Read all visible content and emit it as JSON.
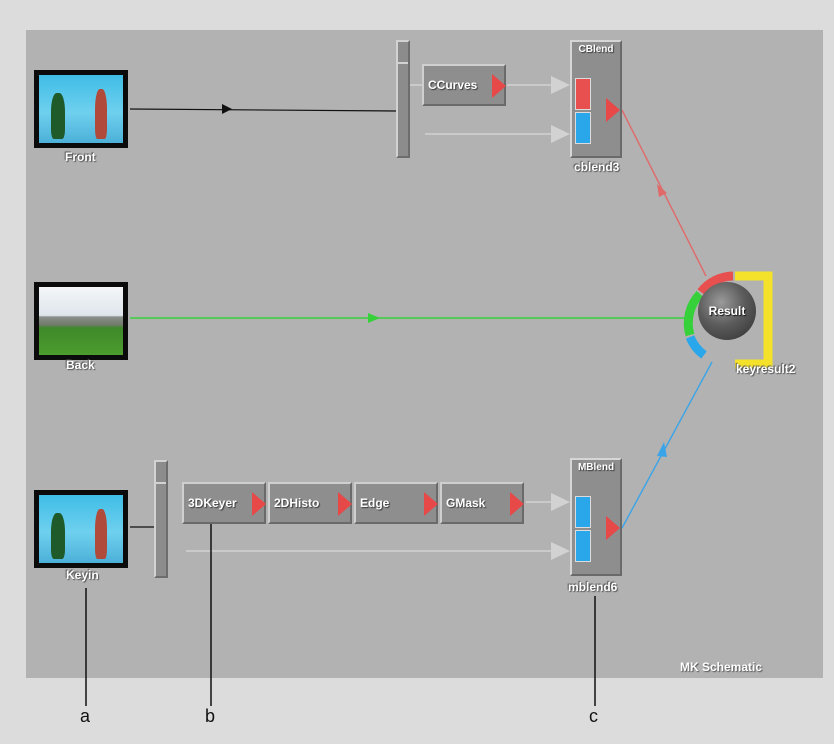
{
  "diagram": {
    "watermark": "MK Schematic",
    "nodes": {
      "front": {
        "label": "Front"
      },
      "back": {
        "label": "Back"
      },
      "keyin": {
        "label": "Keyin"
      },
      "ccurves": {
        "label": "CCurves"
      },
      "cblend": {
        "title": "CBlend",
        "label": "cblend3"
      },
      "mblend": {
        "title": "MBlend",
        "label": "mblend6"
      },
      "keyer": {
        "label": "3DKeyer"
      },
      "histo": {
        "label": "2DHisto"
      },
      "edge": {
        "label": "Edge"
      },
      "gmask": {
        "label": "GMask"
      },
      "result": {
        "label": "Result",
        "name": "keyresult2"
      }
    },
    "callouts": [
      "a",
      "b",
      "c"
    ],
    "colors": {
      "wire_black": "#111111",
      "wire_red": "#e06a6a",
      "wire_green": "#36d13a",
      "wire_blue": "#3aa4e8",
      "wire_gray": "#d2d2d2",
      "port_red": "#e84f4f",
      "port_blue": "#2aa6ea",
      "ring_yellow": "#f4e12a"
    }
  }
}
